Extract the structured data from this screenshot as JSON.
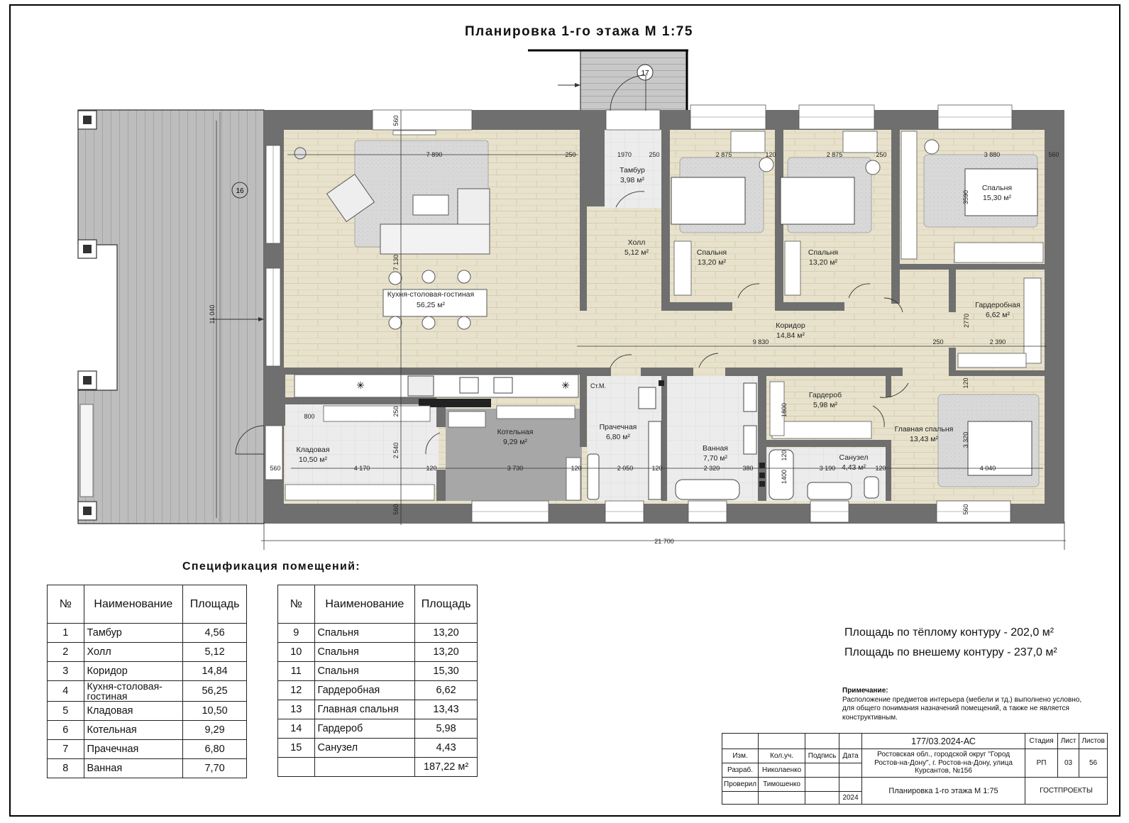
{
  "title": "Планировка 1-го этажа  М 1:75",
  "rooms": [
    {
      "name": "Тамбур",
      "area": "3,98 м²"
    },
    {
      "name": "Холл",
      "area": "5,12 м²"
    },
    {
      "name": "Спальня",
      "area": "13,20 м²"
    },
    {
      "name": "Спальня",
      "area": "13,20 м²"
    },
    {
      "name": "Спальня",
      "area": "15,30 м²"
    },
    {
      "name": "Кухня-столовая-гостиная",
      "area": "56,25 м²"
    },
    {
      "name": "Коридор",
      "area": "14,84 м²"
    },
    {
      "name": "Гардеробная",
      "area": "6,62 м²"
    },
    {
      "name": "Гардероб",
      "area": "5,98 м²"
    },
    {
      "name": "Главная спальня",
      "area": "13,43 м²"
    },
    {
      "name": "Кладовая",
      "area": "10,50 м²"
    },
    {
      "name": "Котельная",
      "area": "9,29 м²"
    },
    {
      "name": "Прачечная",
      "area": "6,80 м²"
    },
    {
      "name": "Ванная",
      "area": "7,70 м²"
    },
    {
      "name": "Санузел",
      "area": "4,43 м²"
    },
    {
      "name": "Ст.М.",
      "area": ""
    }
  ],
  "markers": [
    "16",
    "17"
  ],
  "dimensions": [
    "7 890",
    "1970",
    "2 875",
    "2 875",
    "3 880",
    "250",
    "250",
    "120",
    "250",
    "560",
    "560",
    "3590",
    "7 130",
    "11 040",
    "9 830",
    "250",
    "2 390",
    "2770",
    "800",
    "250",
    "2 540",
    "4 170",
    "120",
    "3 730",
    "120",
    "2 050",
    "120",
    "2 320",
    "380",
    "3 190",
    "120",
    "4 040",
    "1800",
    "1400",
    "120",
    "3 320",
    "120",
    "560",
    "560",
    "560",
    "21 700"
  ],
  "spec": {
    "title": "Спецификация помещений:",
    "headers": [
      "№",
      "Наименование",
      "Площадь"
    ],
    "left": [
      [
        "1",
        "Тамбур",
        "4,56"
      ],
      [
        "2",
        "Холл",
        "5,12"
      ],
      [
        "3",
        "Коридор",
        "14,84"
      ],
      [
        "4",
        "Кухня-столовая-гостиная",
        "56,25"
      ],
      [
        "5",
        "Кладовая",
        "10,50"
      ],
      [
        "6",
        "Котельная",
        "9,29"
      ],
      [
        "7",
        "Прачечная",
        "6,80"
      ],
      [
        "8",
        "Ванная",
        "7,70"
      ]
    ],
    "right": [
      [
        "9",
        "Спальня",
        "13,20"
      ],
      [
        "10",
        "Спальня",
        "13,20"
      ],
      [
        "11",
        "Спальня",
        "15,30"
      ],
      [
        "12",
        "Гардеробная",
        "6,62"
      ],
      [
        "13",
        "Главная спальня",
        "13,43"
      ],
      [
        "14",
        "Гардероб",
        "5,98"
      ],
      [
        "15",
        "Санузел",
        "4,43"
      ]
    ],
    "total": "187,22 м²"
  },
  "areas": {
    "warm": "Площадь по тёплому контуру - 202,0 м²",
    "outer": "Площадь по внешему контуру - 237,0 м²"
  },
  "note": {
    "title": "Примечание:",
    "text": "Расположение предметов интерьера (мебели и тд.) выполнено условно, для общего понимания назначений помещений, а также не является конструктивным."
  },
  "stamp": {
    "code": "177/03.2024-АС",
    "col_izm": "Изм.",
    "col_kol": "Кол.уч.",
    "col_podp": "Подпись",
    "col_data": "Дата",
    "razrab": "Разраб.",
    "razrab_name": "Николаенко",
    "proveril": "Проверил",
    "proveril_name": "Тимошенко",
    "year": "2024",
    "address": "Ростовская обл., городской округ \"Город Ростов-на-Дону\", г. Ростов-на-Дону, улица Курсантов, №156",
    "sheet_title": "Планировка 1-го этажа  М 1:75",
    "stage_label": "Стадия",
    "list_label": "Лист",
    "lists_label": "Листов",
    "stage": "РП",
    "list": "03",
    "lists": "56",
    "org": "ГОСТПРОЕКТЫ"
  }
}
